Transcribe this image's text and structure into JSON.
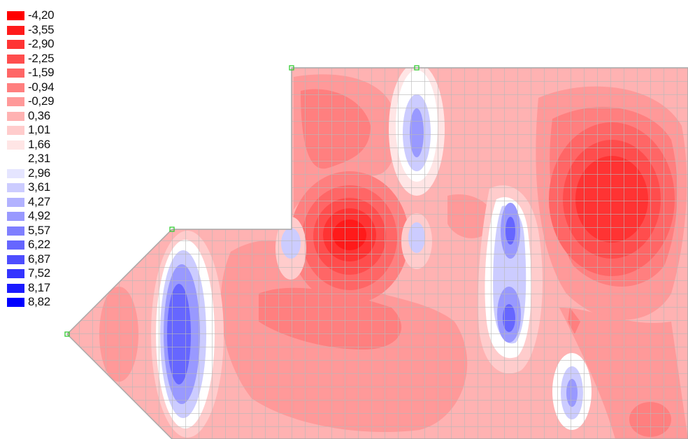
{
  "legend": {
    "items": [
      {
        "label": "-4,20",
        "color": "#ff0000"
      },
      {
        "label": "-3,55",
        "color": "#ff1a1a"
      },
      {
        "label": "-2,90",
        "color": "#ff3333"
      },
      {
        "label": "-2,25",
        "color": "#ff4d4d"
      },
      {
        "label": "-1,59",
        "color": "#ff6666"
      },
      {
        "label": "-0,94",
        "color": "#ff7f7f"
      },
      {
        "label": "-0,29",
        "color": "#ff9999"
      },
      {
        "label": "0,36",
        "color": "#ffb2b2"
      },
      {
        "label": "1,01",
        "color": "#ffcccc"
      },
      {
        "label": "1,66",
        "color": "#ffe5e5"
      },
      {
        "label": "2,31",
        "color": "#ffffff"
      },
      {
        "label": "2,96",
        "color": "#e5e5ff"
      },
      {
        "label": "3,61",
        "color": "#ccccff"
      },
      {
        "label": "4,27",
        "color": "#b2b2ff"
      },
      {
        "label": "4,92",
        "color": "#9999ff"
      },
      {
        "label": "5,57",
        "color": "#7f7fff"
      },
      {
        "label": "6,22",
        "color": "#6666ff"
      },
      {
        "label": "6,87",
        "color": "#4d4dff"
      },
      {
        "label": "7,52",
        "color": "#3333ff"
      },
      {
        "label": "8,17",
        "color": "#1a1aff"
      },
      {
        "label": "8,82",
        "color": "#0000ff"
      }
    ]
  }
}
